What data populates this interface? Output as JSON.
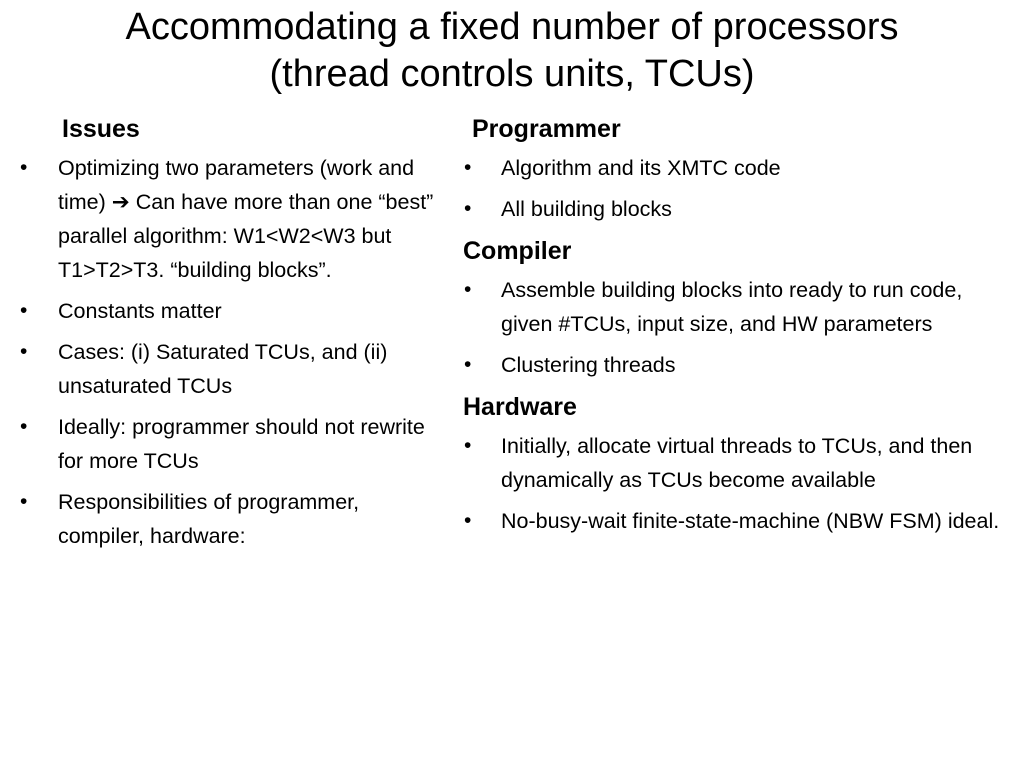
{
  "title": {
    "line1": "Accommodating a fixed number of processors",
    "line2": "(thread controls units, TCUs)"
  },
  "issues": {
    "heading": "Issues",
    "items": [
      {
        "before": "Optimizing two parameters (work and time) ",
        "arrow": "➔",
        "after": " Can have more than one “best” parallel algorithm: W1<W2<W3 but T1>T2>T3. “building blocks”."
      },
      {
        "text": "Constants matter"
      },
      {
        "text": "Cases: (i) Saturated TCUs, and (ii) unsaturated TCUs"
      },
      {
        "text": "Ideally: programmer should not rewrite for more TCUs"
      },
      {
        "text": "Responsibilities of programmer, compiler, hardware:"
      }
    ]
  },
  "programmer": {
    "heading": "Programmer",
    "items": [
      "Algorithm and its XMTC code",
      "All building blocks"
    ]
  },
  "compiler": {
    "heading": "Compiler",
    "items": [
      "Assemble building blocks into ready to run code, given #TCUs, input size, and  HW parameters",
      "Clustering threads"
    ]
  },
  "hardware": {
    "heading": "Hardware",
    "items": [
      "Initially, allocate virtual threads to TCUs, and then dynamically as TCUs become available",
      "No-busy-wait finite-state-machine (NBW FSM) ideal."
    ]
  },
  "bullet_symbol": "•"
}
